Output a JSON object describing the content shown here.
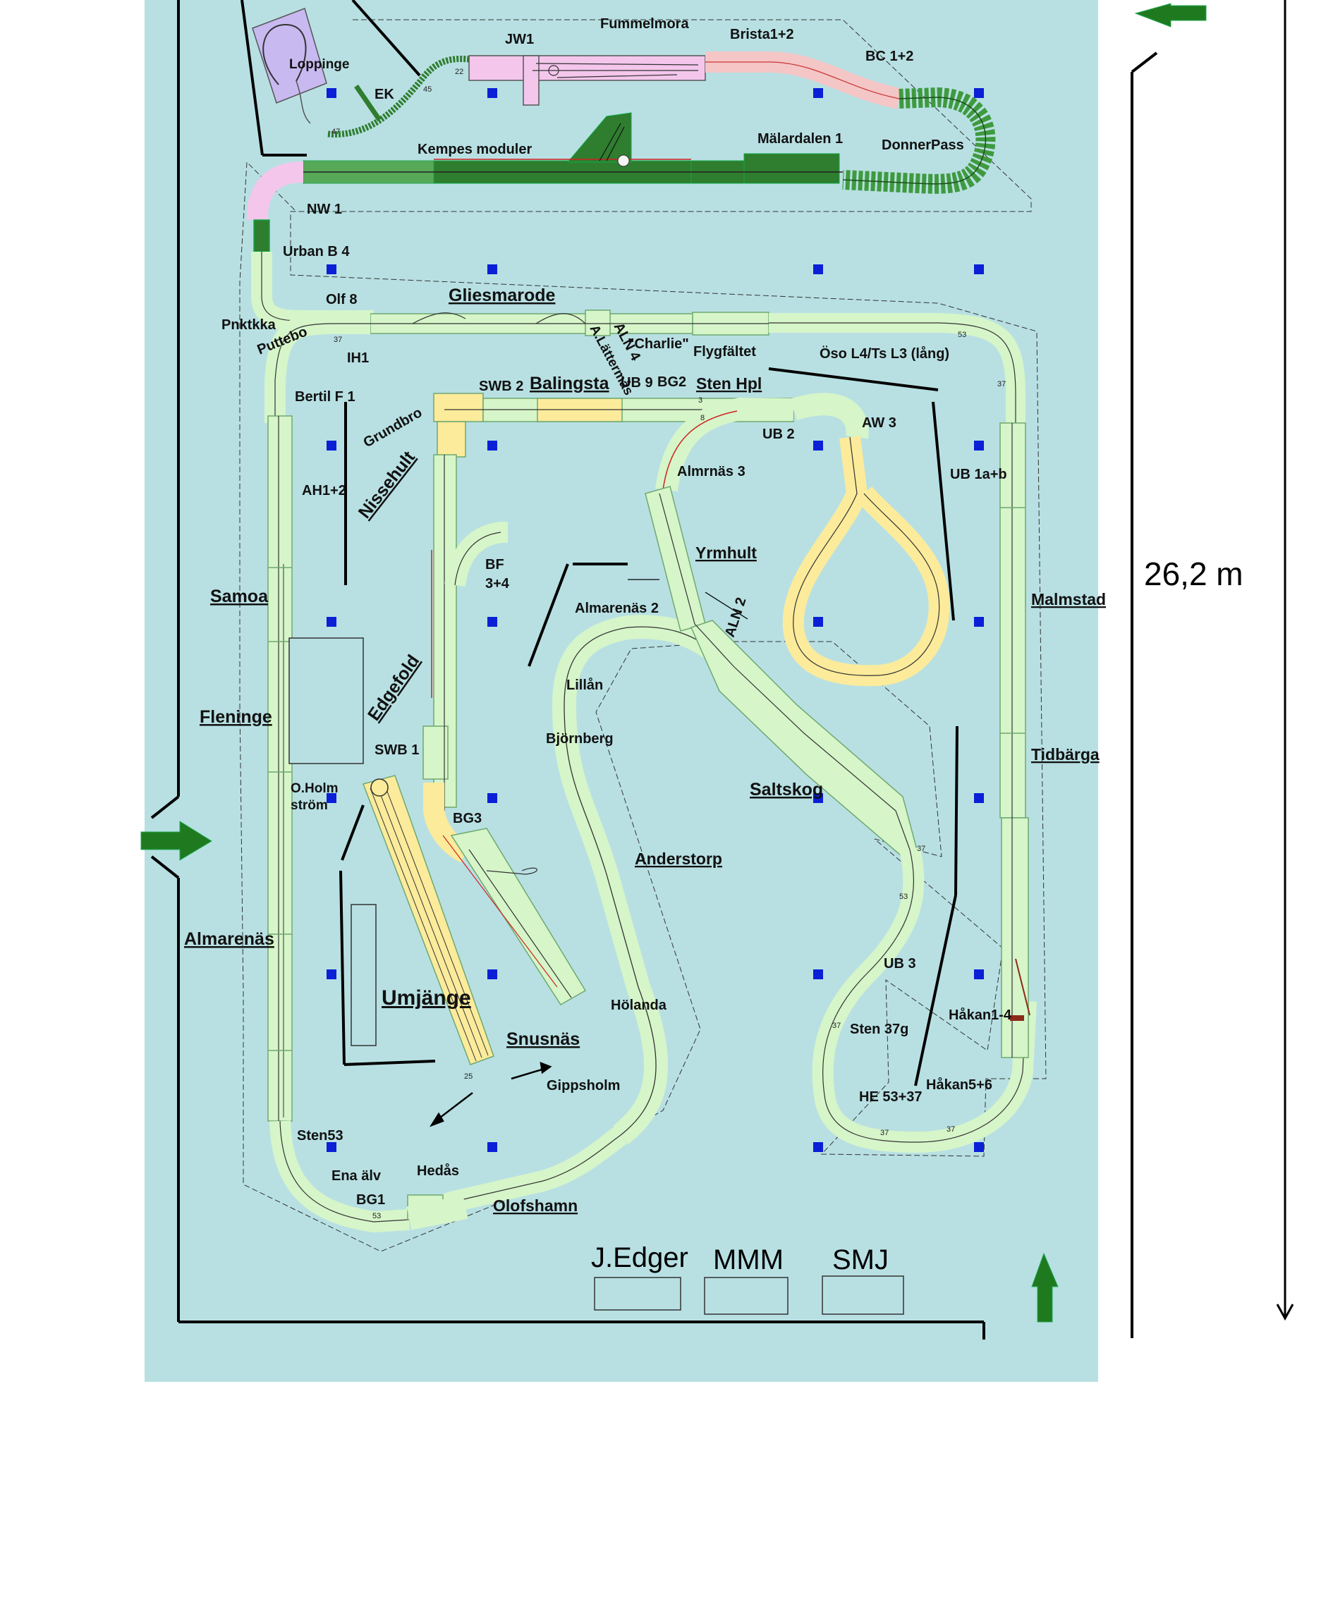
{
  "colors": {
    "floor": "#b8e0e3",
    "module_light_green": "#d6f5c9",
    "module_dark_green": "#2f7d2f",
    "module_pink": "#f4c6ec",
    "module_yellow": "#fbeb9b",
    "column": "#0a1fd6",
    "arrow": "#1f7a1f",
    "wall": "#000000",
    "edge_red": "#d02020"
  },
  "dimension_label": "26,2 m",
  "booths": {
    "edger": "J.Edger",
    "mmm": "MMM",
    "smj": "SMJ"
  },
  "labels": {
    "fummelmora": "Fummelmora",
    "brista": "Brista1+2",
    "jw1": "JW1",
    "bc12": "BC 1+2",
    "loppinge": "Loppinge",
    "ek": "EK",
    "kempes": "Kempes moduler",
    "malardalen": "Mälardalen 1",
    "donnerpass": "DonnerPass",
    "nw1": "NW 1",
    "urbanb4": "Urban B 4",
    "olf8": "Olf 8",
    "gliesmarode": "Gliesmarode",
    "pnktkka": "Pnktkka",
    "puttebo": "Puttebo",
    "ih1": "IH1",
    "aln4": "ALN 4",
    "alattermas": "A.Lättermås",
    "charlie": "\"Charlie\"",
    "flygfaltet": "Flygfältet",
    "oso": "Öso L4/Ts L3 (lång)",
    "bertilf1": "Bertil F 1",
    "swb2": "SWB 2",
    "balingsta": "Balingsta",
    "ub9": "UB 9",
    "bg2": "BG2",
    "stenhpl": "Sten Hpl",
    "grundbro": "Grundbro",
    "ub2": "UB 2",
    "aw3": "AW 3",
    "nissehult": "Nissehult",
    "ah12": "AH1+2",
    "almrnas3": "Almrnäs 3",
    "ub1ab": "UB 1a+b",
    "bf34_a": "BF",
    "bf34_b": "3+4",
    "yrmhult": "Yrmhult",
    "samoa": "Samoa",
    "almarenas2": "Almarenäs 2",
    "aln2": "ALN 2",
    "malmstad": "Malmstad",
    "edgefold": "Edgefold",
    "fleninge": "Fleninge",
    "lillan": "Lillån",
    "bjornberg": "Björnberg",
    "swb1": "SWB 1",
    "tidbarga": "Tidbärga",
    "oholm_a": "O.Holm",
    "oholm_b": "ström",
    "saltskog": "Saltskog",
    "bg3": "BG3",
    "anderstorp": "Anderstorp",
    "almarenas": "Almarenäs",
    "ub3": "UB 3",
    "umjange": "Umjänge",
    "holanda": "Hölanda",
    "hakan14": "Håkan1-4",
    "sten37g": "Sten 37g",
    "snusnas": "Snusnäs",
    "gippsholm": "Gippsholm",
    "he5337": "HE 53+37",
    "hakan56": "Håkan5+6",
    "sten53": "Sten53",
    "enaalv": "Ena älv",
    "hedas": "Hedås",
    "bg1": "BG1",
    "olofshamn": "Olofshamn"
  },
  "module_numbers": [
    "37",
    "53",
    "25",
    "22",
    "47",
    "45",
    "3",
    "8"
  ]
}
